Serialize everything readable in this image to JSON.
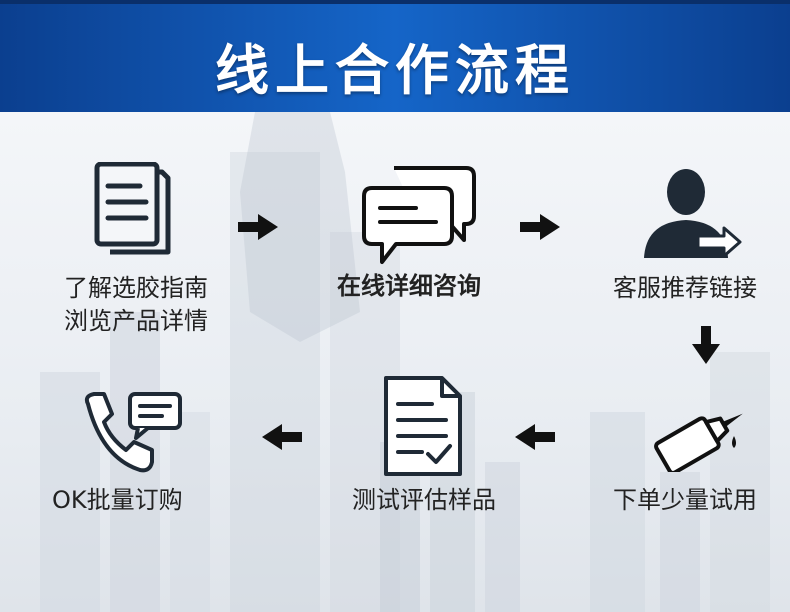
{
  "header": {
    "title": "线上合作流程"
  },
  "steps": [
    {
      "id": 1,
      "label_line1": "了解选胶指南",
      "label_line2": "浏览产品详情",
      "icon": "document-stack-icon"
    },
    {
      "id": 2,
      "label": "在线详细咨询",
      "icon": "chat-bubbles-icon"
    },
    {
      "id": 3,
      "label": "客服推荐链接",
      "icon": "customer-service-person-icon"
    },
    {
      "id": 4,
      "label": "下单少量试用",
      "icon": "glue-bottle-icon"
    },
    {
      "id": 5,
      "label": "测试评估样品",
      "icon": "checked-document-icon"
    },
    {
      "id": 6,
      "label": "OK批量订购",
      "icon": "phone-message-icon"
    }
  ],
  "colors": {
    "header_blue": "#1565c8",
    "icon_dark": "#1f2a36",
    "arrow": "#111111",
    "text": "#222222"
  }
}
